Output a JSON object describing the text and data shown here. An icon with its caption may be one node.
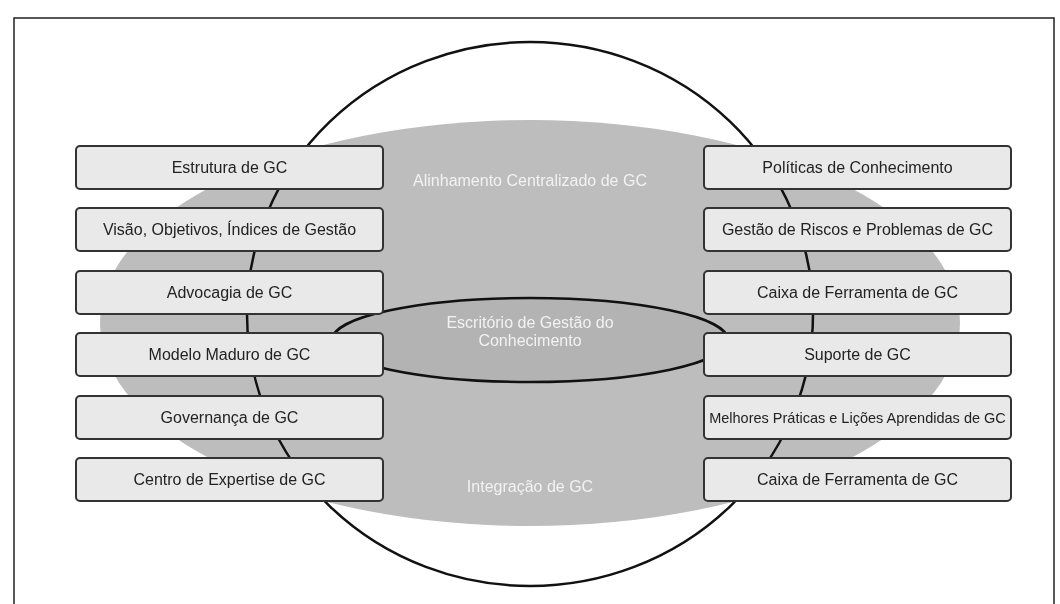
{
  "diagram": {
    "nodes": [
      {
        "text": [
          "Alinhamento Centralizado de GC",
          "Integração de GC"
        ]
      },
      {
        "text": [],
        "shape": "ellipse"
      },
      {
        "text": [
          "Escritório de Gestão do Conhecimento"
        ]
      },
      {
        "text": [
          "Estrutura de GC"
        ]
      },
      {
        "text": [
          "Visão, Objetivos, Índices de Gestão"
        ]
      },
      {
        "text": [
          "Advocagia de GC"
        ]
      },
      {
        "text": [
          "Modelo Maduro de GC"
        ]
      },
      {
        "text": [
          "Governança de GC"
        ]
      },
      {
        "text": [
          "Centro de Expertise de GC"
        ]
      },
      {
        "text": [
          "Políticas de Conhecimento"
        ]
      },
      {
        "text": [
          "Gestão de Riscos e Problemas de GC"
        ]
      },
      {
        "text": [
          "Caixa de Ferramenta de GC"
        ]
      },
      {
        "text": [
          "Suporte de GC"
        ]
      },
      {
        "text": [
          "Melhores Práticas e Lições Aprendidas de GC"
        ]
      },
      {
        "text": [
          "Caixa de Ferramenta de GC"
        ]
      }
    ]
  }
}
